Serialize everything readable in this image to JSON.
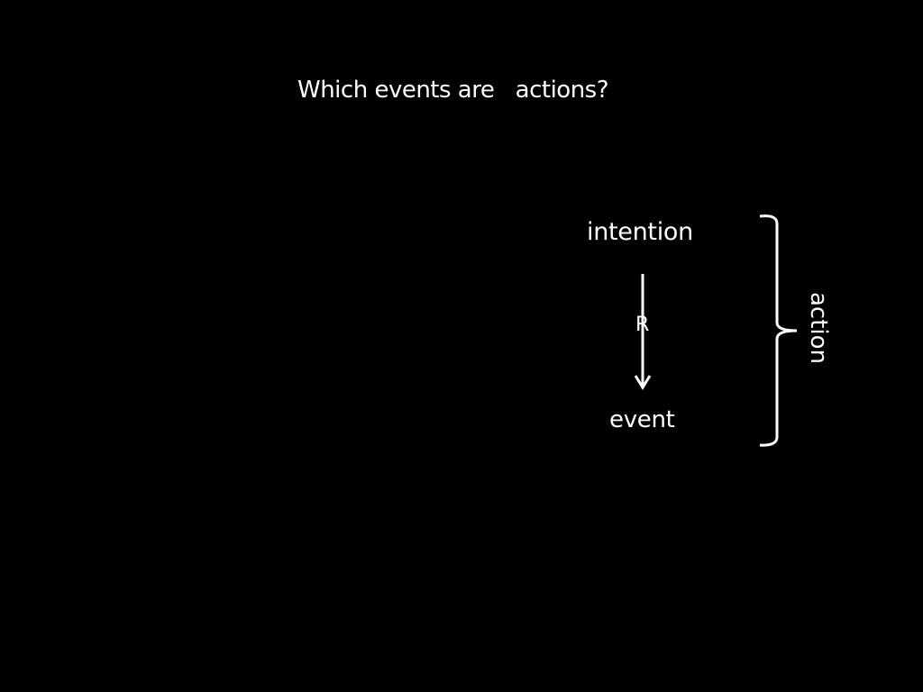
{
  "slide": {
    "title": "Which events are   actions?",
    "diagram": {
      "top_node": "intention",
      "arrow_label": "R",
      "bottom_node": "event",
      "brace_label": "action"
    },
    "colors": {
      "background": "#000000",
      "foreground": "#ffffff"
    }
  }
}
